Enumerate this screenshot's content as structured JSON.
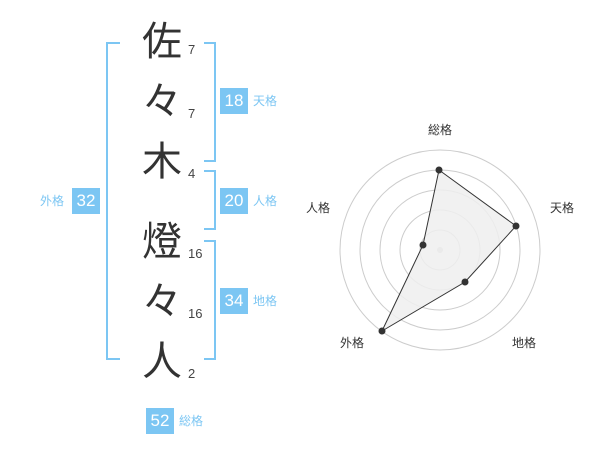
{
  "name_chars": [
    {
      "char": "佐",
      "strokes": "7"
    },
    {
      "char": "々",
      "strokes": "7"
    },
    {
      "char": "木",
      "strokes": "4"
    },
    {
      "char": "燈",
      "strokes": "16"
    },
    {
      "char": "々",
      "strokes": "16"
    },
    {
      "char": "人",
      "strokes": "2"
    }
  ],
  "scores": {
    "tenkaku": {
      "value": "18",
      "label": "天格"
    },
    "jinkaku": {
      "value": "20",
      "label": "人格"
    },
    "chikaku": {
      "value": "34",
      "label": "地格"
    },
    "gaikaku": {
      "value": "32",
      "label": "外格"
    },
    "soukaku": {
      "value": "52",
      "label": "総格"
    }
  },
  "radar": {
    "labels": {
      "top": "総格",
      "right": "天格",
      "bottom_right": "地格",
      "bottom_left": "外格",
      "left": "人格"
    },
    "accent": "#7cc6f3",
    "ring_color": "#cccccc",
    "fill_color": "#eeeeee",
    "point_color": "#333333"
  }
}
